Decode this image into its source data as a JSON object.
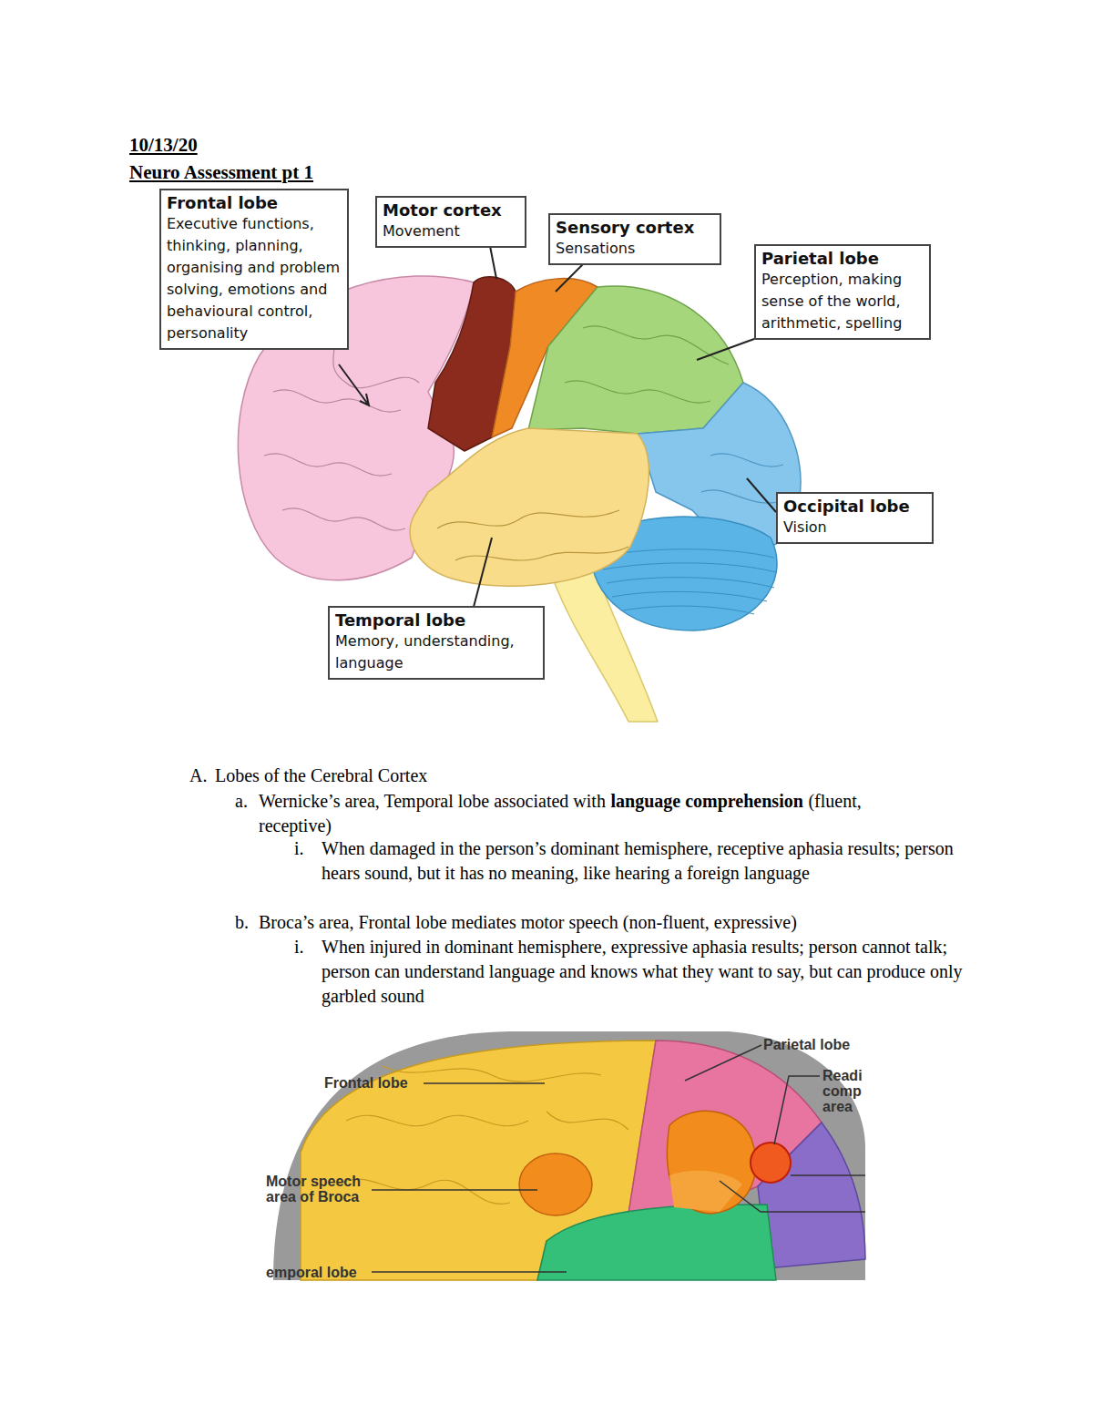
{
  "diagram": {
    "title": "Neuro Assessment pt 1",
    "nodes": [
      {
        "text": [
          "Frontal lobe",
          "Executive functions, thinking, planning, organising and problem solving, emotions and behavioural control, personality"
        ]
      },
      {
        "text": [
          "Motor cortex",
          "Movement"
        ]
      },
      {
        "text": [
          "Sensory cortex",
          "Sensations"
        ]
      },
      {
        "text": [
          "Parietal lobe",
          "Perception, making sense of the world, arithmetic, spelling"
        ]
      },
      {
        "text": [
          "Occipital lobe",
          "Vision"
        ]
      },
      {
        "text": [
          "Temporal lobe",
          "Memory, understanding, language"
        ]
      }
    ],
    "labels": [
      "10/13/20",
      "A.",
      "Lobes of the Cerebral Cortex",
      "a.",
      "Wernicke’s area, Temporal lobe associated with",
      "language comprehension",
      "(fluent, receptive)",
      "i.",
      "When damaged in the person’s dominant hemisphere, receptive aphasia results; person hears sound, but it has no meaning, like hearing a foreign language",
      "b.",
      "Broca’s area, Frontal lobe mediates motor speech (non-fluent, expressive)",
      "i.",
      "When injured in dominant hemisphere, expressive aphasia results; person cannot talk; person can understand language and knows what they want to say, but can produce only garbled sound",
      "Frontal lobe",
      "Parietal lobe",
      "Readi comp area",
      "Motor speech area of Broca",
      "emporal lobe"
    ]
  }
}
